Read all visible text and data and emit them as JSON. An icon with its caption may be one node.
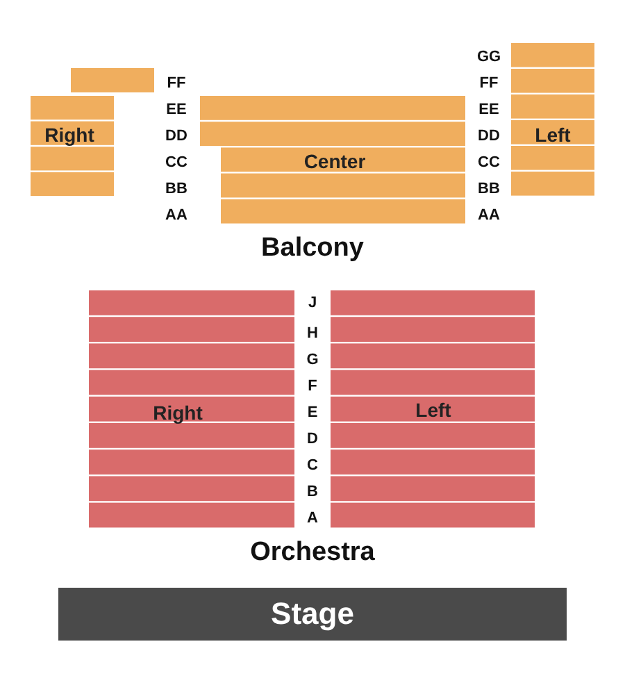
{
  "diagram": {
    "nodes": [
      {
        "text": [
          "Right"
        ]
      },
      {
        "text": [
          "Center"
        ]
      },
      {
        "text": [
          "Left"
        ]
      },
      {
        "text": [
          "Right"
        ]
      },
      {
        "text": [
          "Left"
        ]
      },
      {
        "text": [
          "Stage"
        ]
      }
    ],
    "edges": [],
    "labels": [
      "GG",
      "FF",
      "FF",
      "EE",
      "EE",
      "DD",
      "DD",
      "CC",
      "CC",
      "BB",
      "BB",
      "AA",
      "AA",
      "Balcony",
      "J",
      "H",
      "G",
      "F",
      "E",
      "D",
      "C",
      "B",
      "A",
      "Orchestra"
    ]
  }
}
